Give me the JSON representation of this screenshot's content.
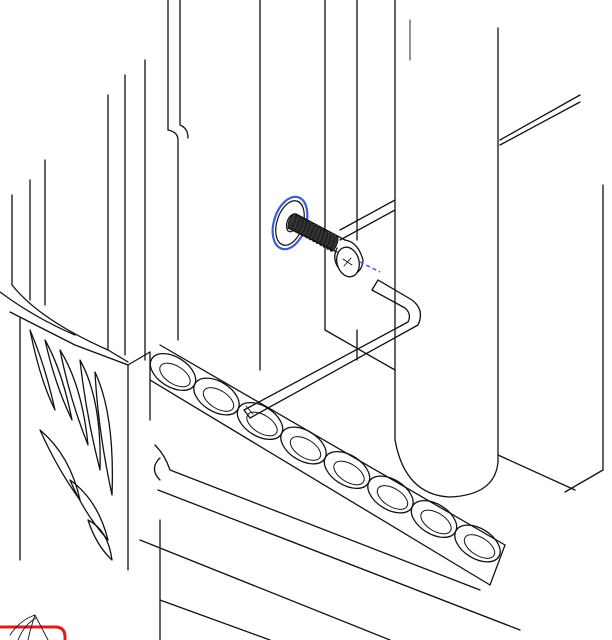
{
  "figure": {
    "kind": "assembly-instruction-illustration",
    "parts": {
      "screw": "connector-bolt",
      "washer": "washer",
      "tool": "hex-key"
    },
    "colors": {
      "line": "#111111",
      "background": "#ffffff",
      "highlight": "#3b5bd9",
      "callout": "#e01b1b"
    }
  }
}
